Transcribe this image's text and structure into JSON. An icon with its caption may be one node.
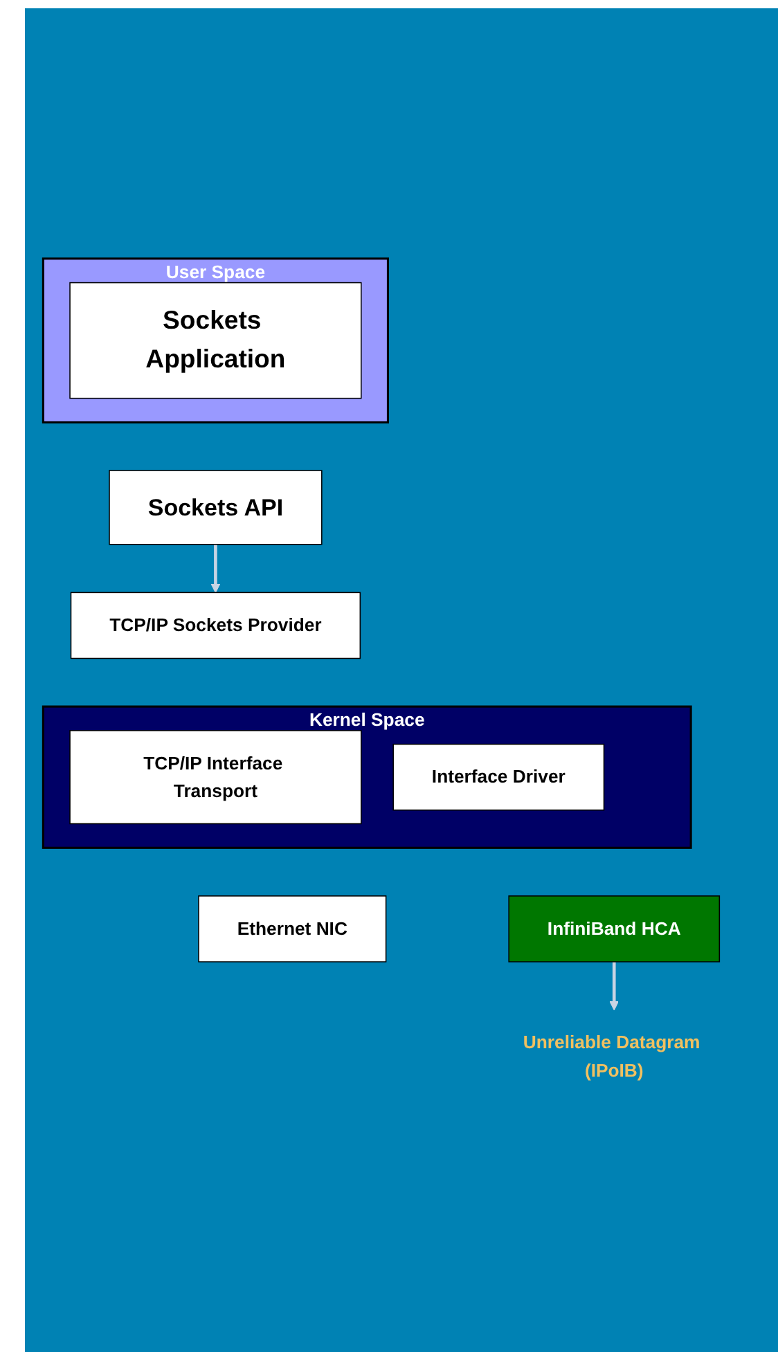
{
  "diagram": {
    "nodes": [
      {
        "text": [
          "User Space"
        ]
      },
      {
        "text": [
          "Sockets Application"
        ],
        "in": 0
      },
      {
        "text": [
          "Sockets API"
        ]
      },
      {
        "text": [
          "TCP/IP Sockets Provider"
        ]
      },
      {
        "text": [
          "Kernel Space"
        ]
      },
      {
        "text": [
          "TCP/IP Interface Transport"
        ],
        "in": 4
      },
      {
        "text": [
          "Interface Driver"
        ],
        "in": 4
      },
      {
        "text": [
          "Ethernet NIC"
        ]
      },
      {
        "text": [
          "InfiniBand HCA"
        ]
      },
      {
        "text": [
          "Unreliable Datagram (IPoIB)"
        ]
      }
    ],
    "edges": [
      {
        "from": 2,
        "to": 3,
        "arrow": "to"
      },
      {
        "from": 8,
        "to": 9,
        "arrow": "to"
      }
    ]
  }
}
